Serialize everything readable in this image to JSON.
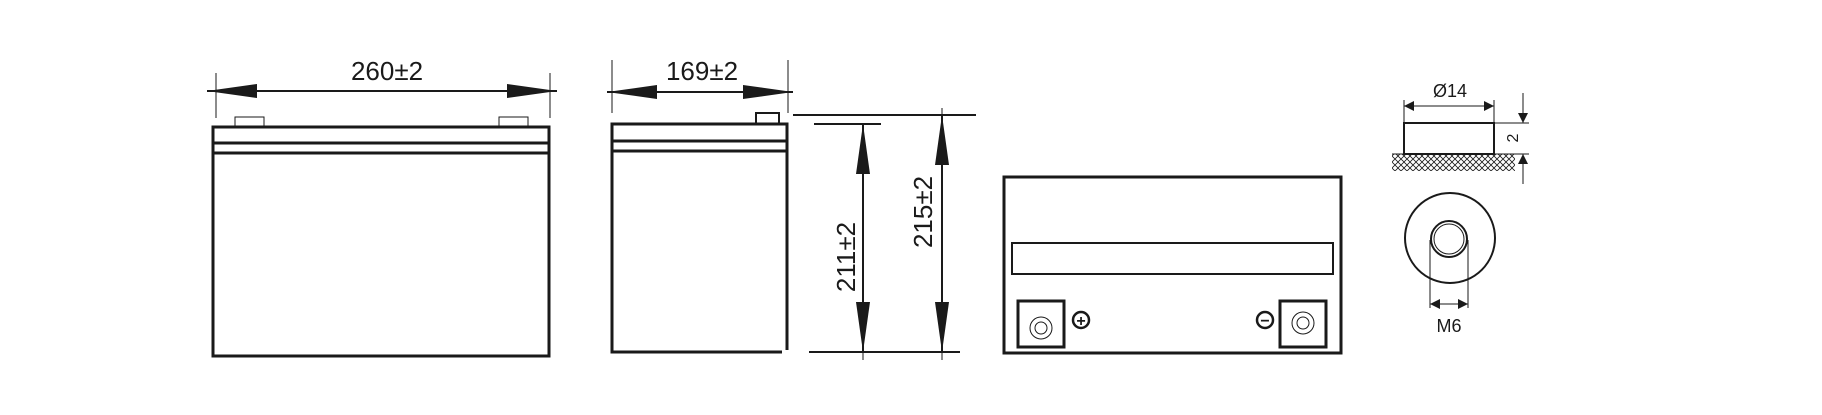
{
  "diagram": {
    "front_view": {
      "width_label": "260±2"
    },
    "side_view": {
      "depth_label": "169±2",
      "height_label": "211±2",
      "total_height_label": "215±2"
    },
    "top_view": {
      "positive_symbol": "+",
      "negative_symbol": "−"
    },
    "terminal_detail": {
      "diameter_label": "Ø14",
      "height_label": "2",
      "thread_label": "M6"
    },
    "colors": {
      "line": "#1a1a1a",
      "background": "#ffffff"
    }
  }
}
